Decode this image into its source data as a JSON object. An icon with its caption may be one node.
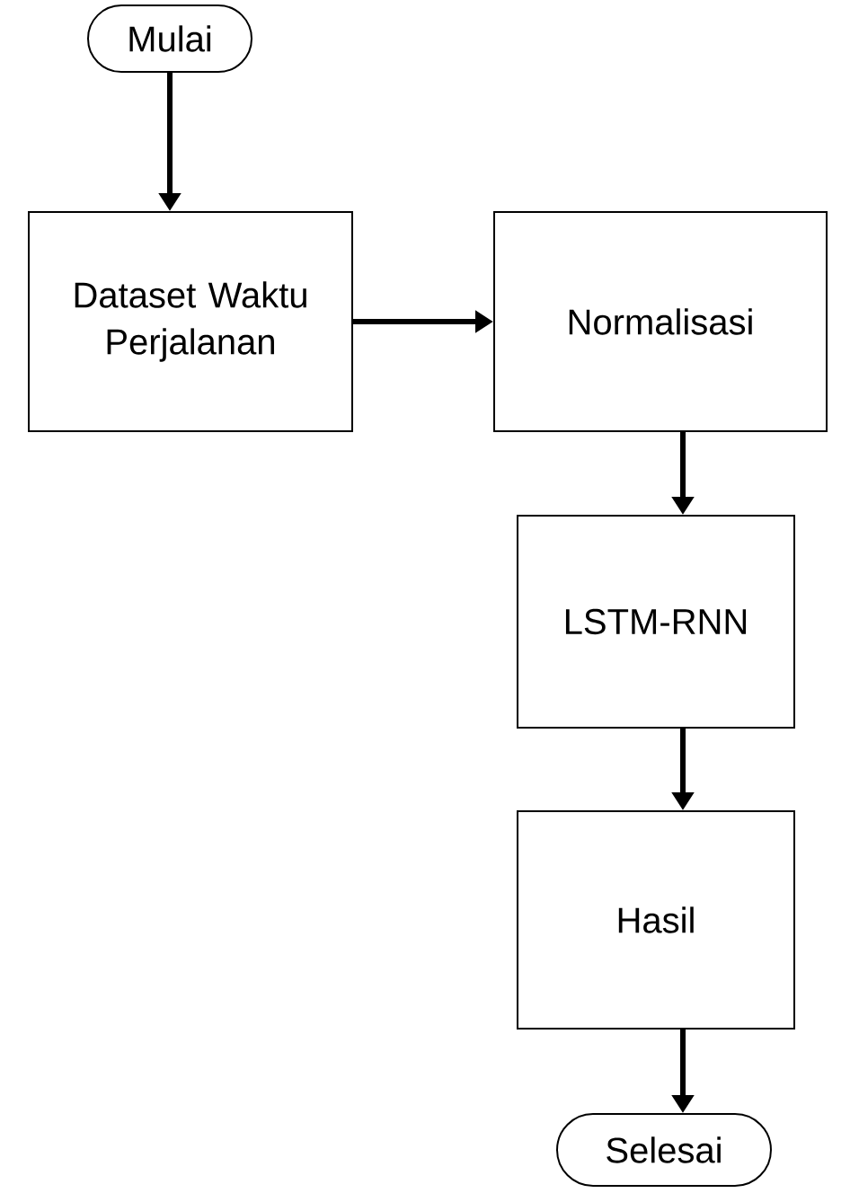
{
  "diagram": {
    "nodes": [
      {
        "text": [
          "Mulai"
        ]
      },
      {
        "text": [
          "Dataset Waktu Perjalanan"
        ]
      },
      {
        "text": [
          "Normalisasi"
        ]
      },
      {
        "text": [
          "LSTM-RNN"
        ]
      },
      {
        "text": [
          "Hasil"
        ]
      },
      {
        "text": [
          "Selesai"
        ]
      }
    ],
    "edges": [
      {
        "from": 0,
        "to": 1,
        "arrow": "to"
      },
      {
        "from": 1,
        "to": 2,
        "arrow": "to"
      },
      {
        "from": 2,
        "to": 3,
        "arrow": "to"
      },
      {
        "from": 3,
        "to": 4,
        "arrow": "to"
      },
      {
        "from": 4,
        "to": 5,
        "arrow": "to"
      }
    ]
  }
}
